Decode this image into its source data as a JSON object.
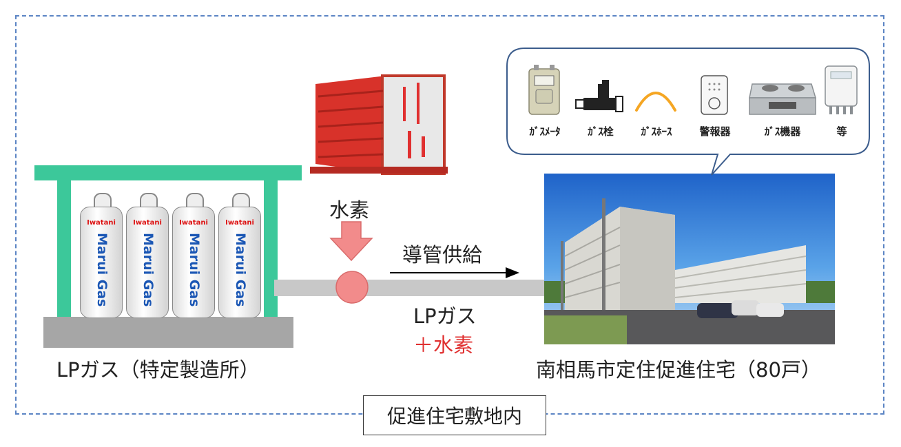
{
  "site_label": "促進住宅敷地内",
  "lp_plant": {
    "label": "LPガス（特定製造所）",
    "cylinder_brand": "Iwatani",
    "cylinder_product": "Marui Gas"
  },
  "hydrogen": {
    "label": "水素"
  },
  "pipeline": {
    "label": "導管供給",
    "gas_line1": "LPガス",
    "gas_line2": "＋水素"
  },
  "housing": {
    "label": "南相馬市定住促進住宅（80戸）"
  },
  "appliances": [
    {
      "label": "ｶﾞｽﾒｰﾀ",
      "icon": "gas-meter-icon"
    },
    {
      "label": "ｶﾞｽ栓",
      "icon": "gas-valve-icon"
    },
    {
      "label": "ｶﾞｽﾎｰｽ",
      "icon": "gas-hose-icon"
    },
    {
      "label": "警報器",
      "icon": "gas-alarm-icon"
    },
    {
      "label": "ｶﾞｽ機器",
      "icon": "gas-stove-icon"
    },
    {
      "label": "等",
      "icon": "water-heater-icon"
    }
  ],
  "colors": {
    "border": "#5b84c4",
    "frame_green": "#3cc89a",
    "base_gray": "#a6a6a6",
    "pipe_gray": "#c8c8c8",
    "accent_pink": "#f28b8b",
    "accent_red": "#e03030",
    "bubble_border": "#3b5c8c"
  }
}
